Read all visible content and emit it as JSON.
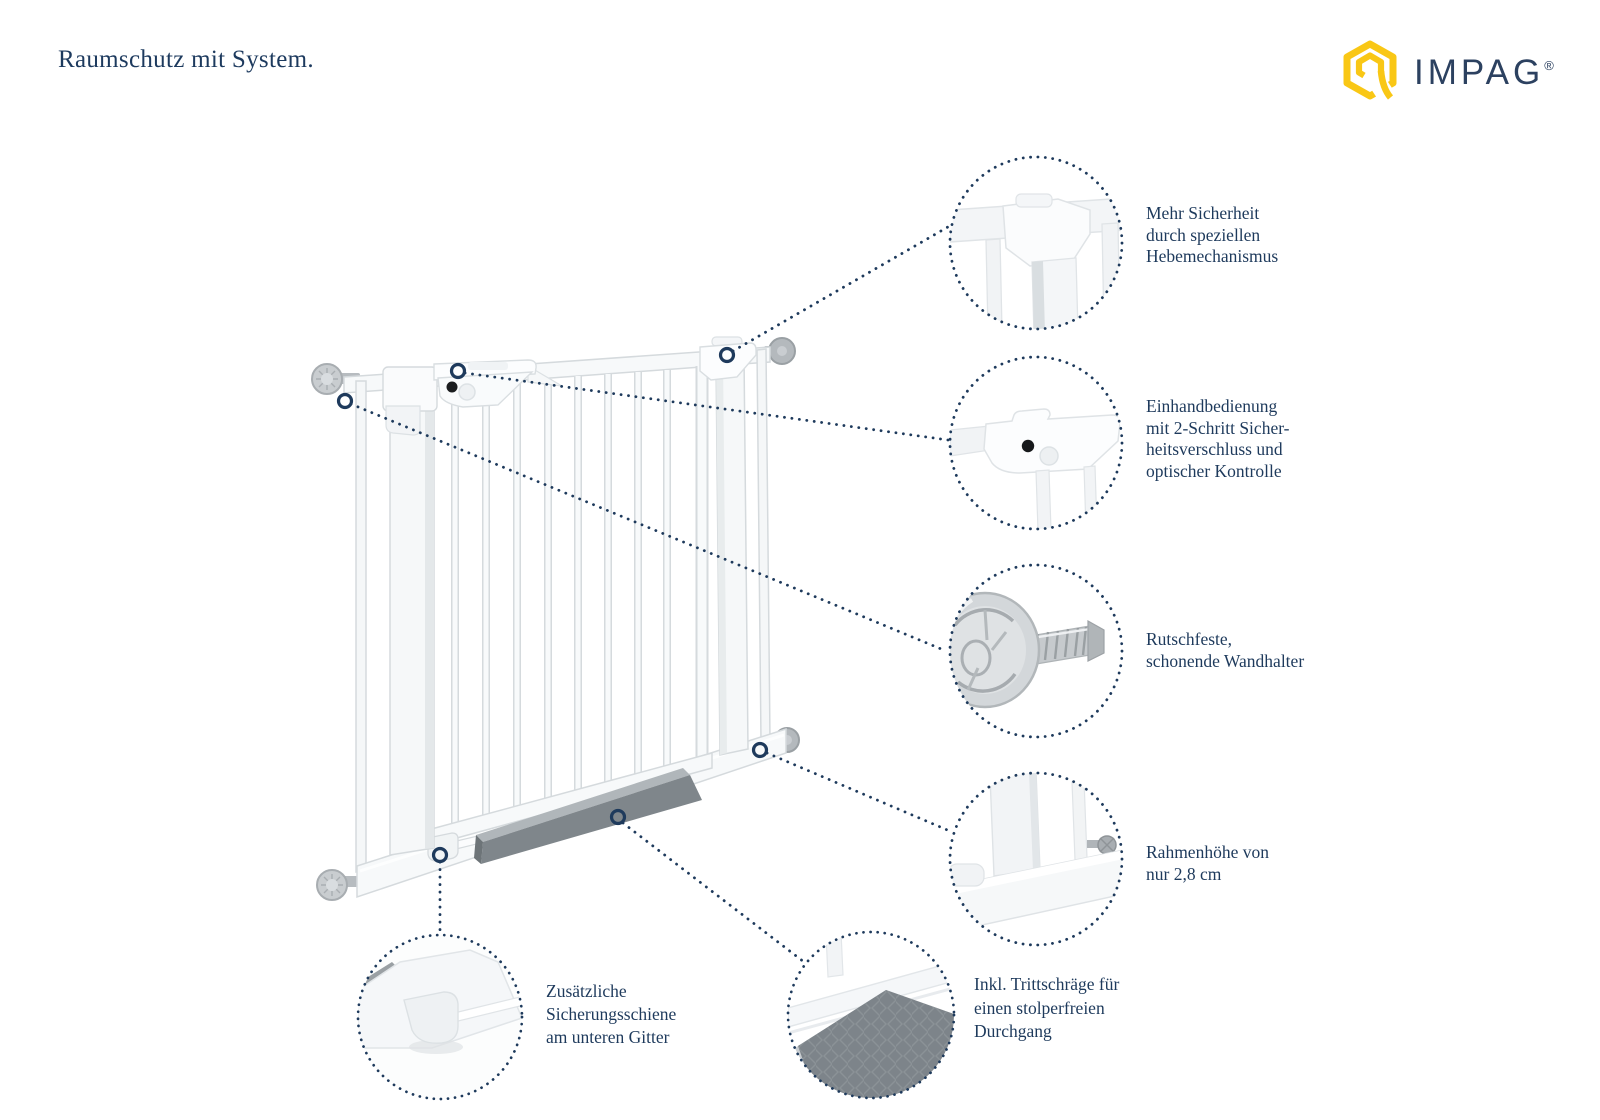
{
  "header": {
    "title": "Raumschutz mit System.",
    "brand": "IMPAG",
    "registered": "®"
  },
  "colors": {
    "navy": "#1e3a5c",
    "logo_yellow": "#f9c715",
    "ramp_gray": "#7f868b",
    "gate_outline": "#d5dadd"
  },
  "callouts": [
    {
      "id": "hebemechanismus",
      "lines": [
        "Mehr Sicherheit",
        "durch speziellen",
        "Hebemechanismus"
      ]
    },
    {
      "id": "einhandbedienung",
      "lines": [
        "Einhandbedienung",
        "mit 2-Schritt Sicher-",
        "heitsverschluss und",
        "optischer Kontrolle"
      ]
    },
    {
      "id": "wandhalter",
      "lines": [
        "Rutschfeste,",
        "schonende Wandhalter"
      ]
    },
    {
      "id": "rahmenhoehe",
      "lines": [
        "Rahmenhöhe von",
        "nur  2,8 cm"
      ]
    },
    {
      "id": "sicherungsschiene",
      "lines": [
        "Zusätzliche",
        "Sicherungsschiene",
        "am unteren Gitter"
      ]
    },
    {
      "id": "trittschraege",
      "lines": [
        "Inkl. Trittschräge für",
        "einen stolperfreien",
        "Durchgang"
      ]
    }
  ]
}
